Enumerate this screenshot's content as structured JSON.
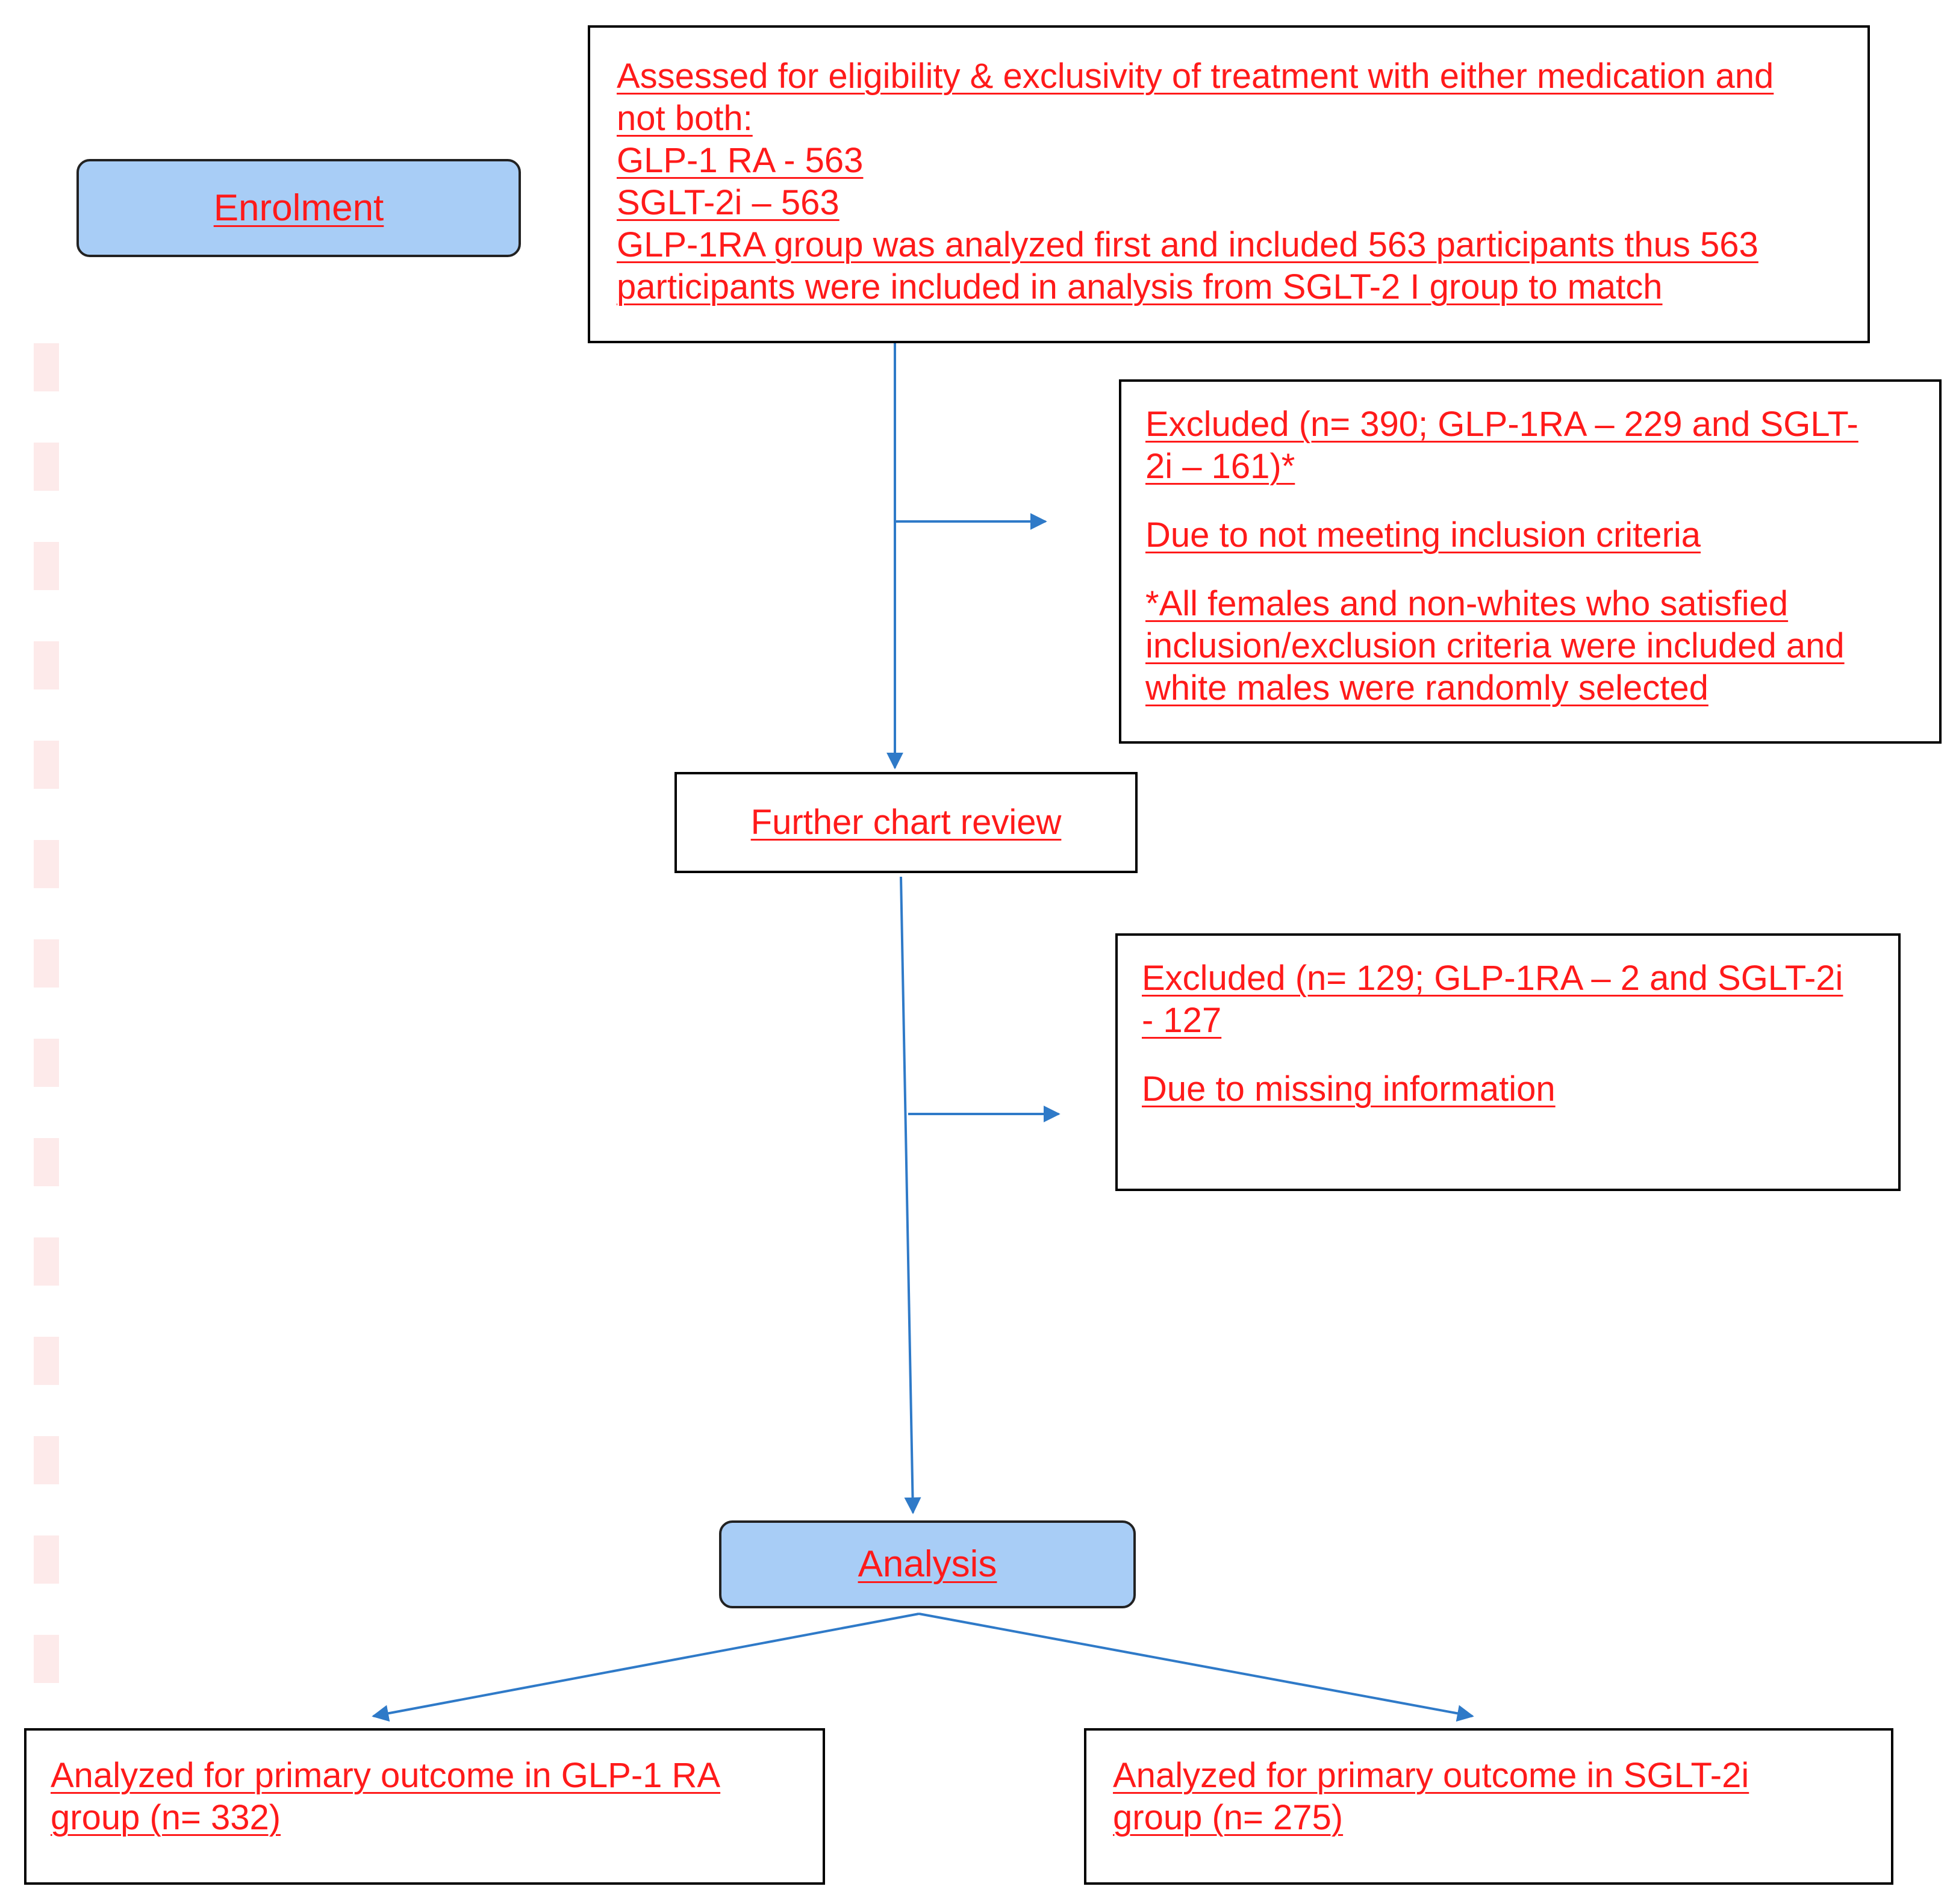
{
  "colors": {
    "text": "#ff1a1a",
    "arrow": "#2f7ac8",
    "stage_fill": "#a8cdf6",
    "box_border": "#000000"
  },
  "stages": {
    "enrolment": "Enrolment",
    "analysis": "Analysis"
  },
  "assessed_box": {
    "line1": "Assessed for eligibility & exclusivity of treatment with either medication and",
    "line2": "not both:",
    "line3": "GLP-1 RA - 563",
    "line4": "SGLT-2i – 563",
    "line5": "GLP-1RA group was analyzed first and included 563 participants thus 563",
    "line6": "participants were included in analysis from SGLT-2 I group to match"
  },
  "excluded_box_1": {
    "line1": "Excluded (n= 390; GLP-1RA – 229 and SGLT-",
    "line2": "2i – 161)*",
    "line3": "Due to not meeting inclusion criteria",
    "line4": "*All females and non-whites who satisfied",
    "line5": "inclusion/exclusion criteria were included and",
    "line6": "white males were randomly selected"
  },
  "review_box": {
    "label": "Further chart review"
  },
  "excluded_box_2": {
    "line1": "Excluded (n= 129; GLP-1RA – 2 and SGLT-2i",
    "line2": "- 127",
    "line3": "Due to missing information"
  },
  "outcome_glp1": {
    "line1": "Analyzed for primary outcome in GLP-1 RA",
    "line2": "group (n= 332)"
  },
  "outcome_sglt2": {
    "line1": "Analyzed for primary outcome in SGLT-2i",
    "line2": "group (n= 275)"
  }
}
